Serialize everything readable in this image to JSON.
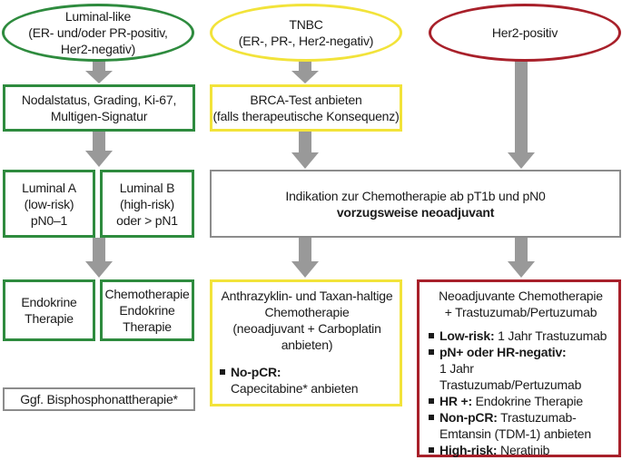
{
  "luminal_like": {
    "title": "Luminal-like",
    "line2": "(ER- und/oder PR-positiv,",
    "line3": "Her2-negativ)"
  },
  "tnbc": {
    "title": "TNBC",
    "line2": "(ER-, PR-, Her2-negativ)"
  },
  "her2_positive": {
    "title": "Her2-positiv"
  },
  "nodal_box": {
    "line1": "Nodalstatus, Grading, Ki-67,",
    "line2": "Multigen-Signatur"
  },
  "brca_box": {
    "line1": "BRCA-Test anbieten",
    "line2": "(falls therapeutische Konsequenz)"
  },
  "luminal_a": {
    "line1": "Luminal A",
    "line2": "(low-risk)",
    "line3": "pN0–1"
  },
  "luminal_b": {
    "line1": "Luminal B",
    "line2": "(high-risk)",
    "line3": "oder > pN1"
  },
  "chemo_indication": {
    "line1": "Indikation zur Chemotherapie ab pT1b und pN0",
    "line2": "vorzugsweise neoadjuvant"
  },
  "endocrine_box": {
    "line1": "Endokrine",
    "line2": "Therapie"
  },
  "chemo_endocrine_box": {
    "line1": "Chemotherapie",
    "line2": "Endokrine",
    "line3": "Therapie"
  },
  "tnbc_therapy": {
    "line1": "Anthrazyklin- und Taxan-haltige",
    "line2": "Chemotherapie",
    "line3": "(neoadjuvant + Carboplatin",
    "line4": "anbieten)",
    "bullet_bold": "No-pCR:",
    "bullet_text": "Capecitabine* anbieten"
  },
  "her2_therapy": {
    "line1": "Neoadjuvante Chemotherapie",
    "line2": "+ Trastuzumab/Pertuzumab",
    "items": [
      {
        "bold": "Low-risk:",
        "text": " 1 Jahr Trastuzumab"
      },
      {
        "bold": "pN+ oder HR-negativ:",
        "text": "",
        "cont": "1 Jahr Trastuzumab/Pertuzumab"
      },
      {
        "bold": "HR +:",
        "text": " Endokrine Therapie"
      },
      {
        "bold": "Non-pCR:",
        "text": " Trastuzumab-",
        "cont": "Emtansin (TDM-1) anbieten"
      },
      {
        "bold": "High-risk:",
        "text": " Neratinib"
      }
    ]
  },
  "bisphosphonate_box": {
    "line1": "Ggf. Bisphosphonattherapie*"
  },
  "colors": {
    "green": "#2e8b3e",
    "yellow": "#f2e33a",
    "red": "#a8202a",
    "gray": "#8c8c8c",
    "arrow": "#999999"
  }
}
